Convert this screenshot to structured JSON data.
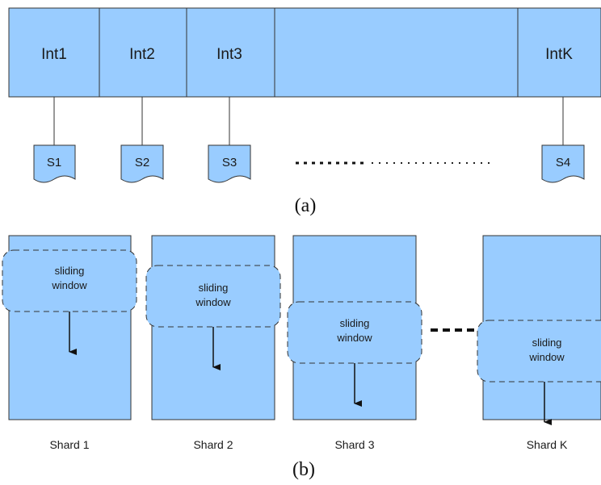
{
  "colors": {
    "fill": "#99ccff",
    "stroke": "#333333",
    "text": "#1a1a1a"
  },
  "part_a": {
    "intervals": [
      "Int1",
      "Int2",
      "Int3",
      "",
      "IntK"
    ],
    "shards": [
      "S1",
      "S2",
      "S3",
      "S4"
    ],
    "caption": "(a)"
  },
  "part_b": {
    "window_line1": "sliding",
    "window_line2": "window",
    "shards": [
      "Shard 1",
      "Shard 2",
      "Shard 3",
      "Shard K"
    ],
    "caption": "(b)"
  }
}
